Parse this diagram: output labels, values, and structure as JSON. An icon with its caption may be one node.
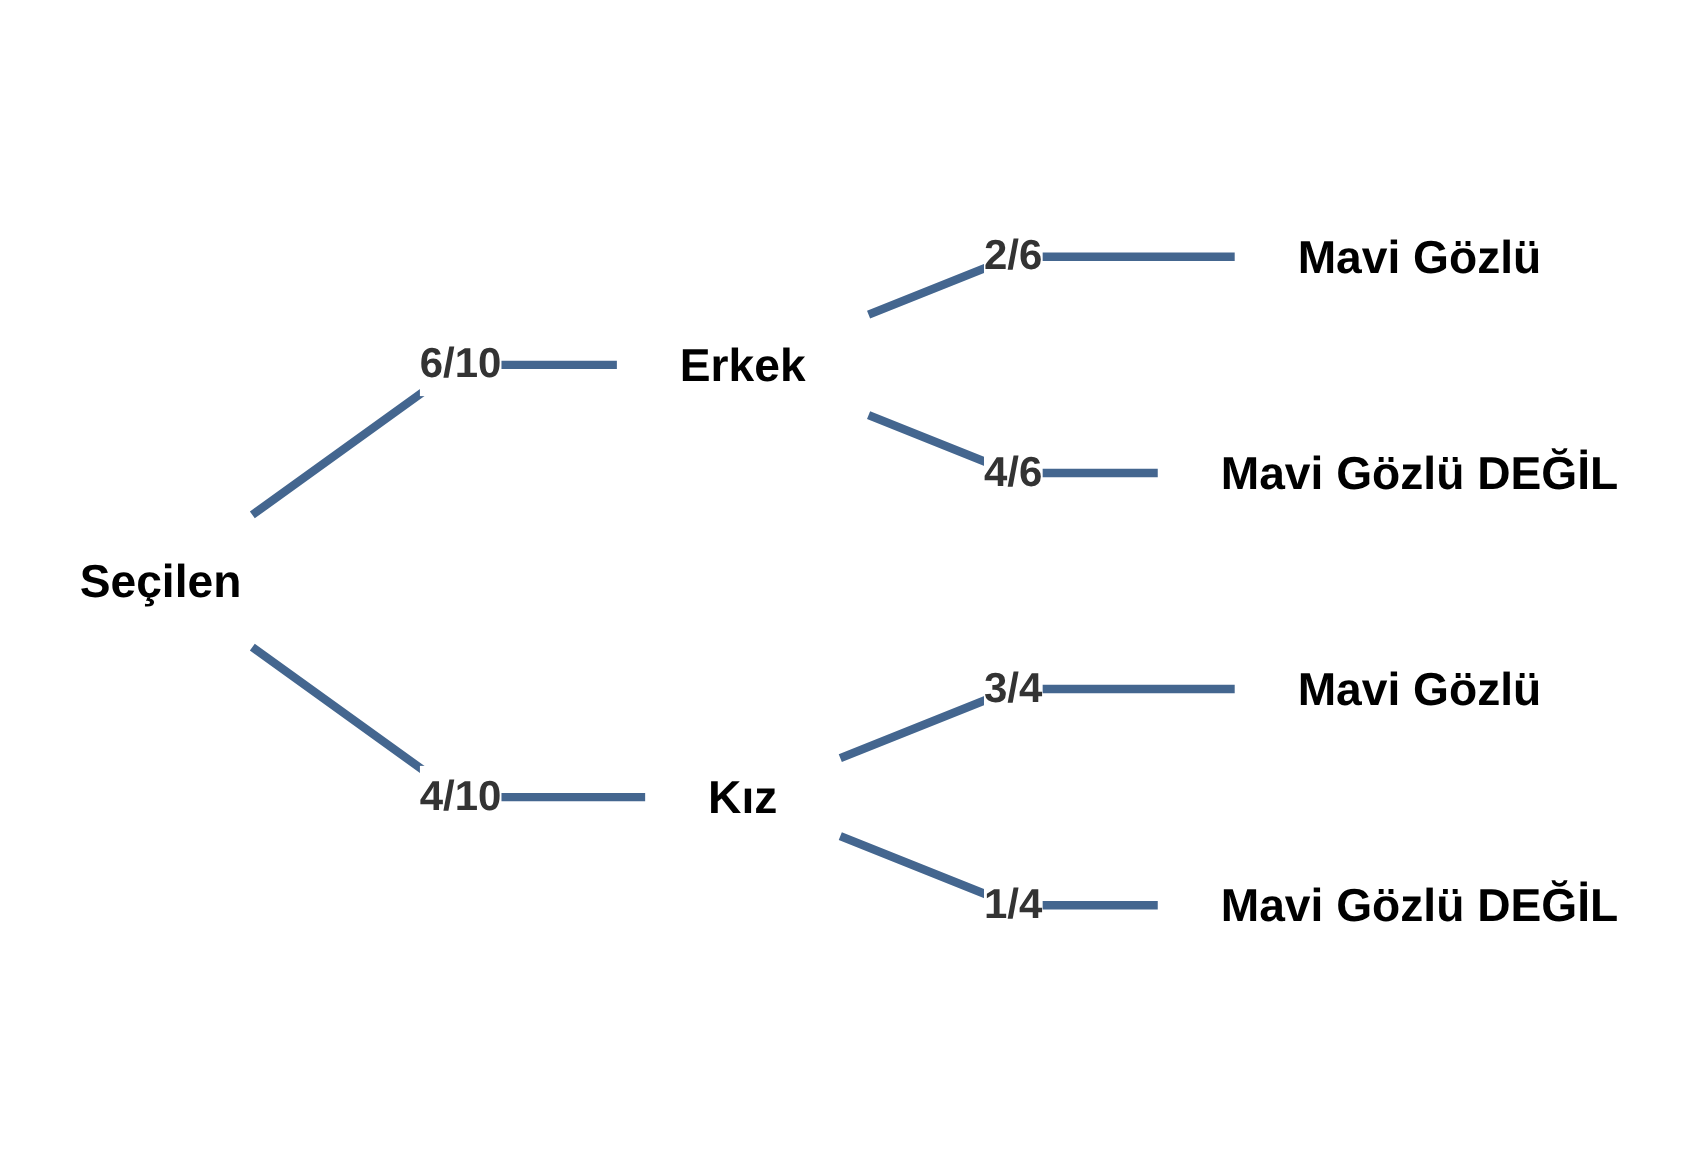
{
  "diagram": {
    "nodes": [
      {
        "text": [
          "Seçilen"
        ]
      },
      {
        "text": [
          "Erkek"
        ]
      },
      {
        "text": [
          "Kız"
        ]
      },
      {
        "text": [
          "Mavi Gözlü"
        ]
      },
      {
        "text": [
          "Mavi Gözlü DEĞİL"
        ]
      },
      {
        "text": [
          "Mavi Gözlü"
        ]
      },
      {
        "text": [
          "Mavi Gözlü DEĞİL"
        ]
      }
    ],
    "edges": [
      {
        "from": 0,
        "to": 1,
        "arrow": "none",
        "label": "6/10"
      },
      {
        "from": 0,
        "to": 2,
        "arrow": "none",
        "label": "4/10"
      },
      {
        "from": 1,
        "to": 3,
        "arrow": "none",
        "label": "2/6"
      },
      {
        "from": 1,
        "to": 4,
        "arrow": "none",
        "label": "4/6"
      },
      {
        "from": 2,
        "to": 5,
        "arrow": "none",
        "label": "3/4"
      },
      {
        "from": 2,
        "to": 6,
        "arrow": "none",
        "label": "1/4"
      }
    ]
  }
}
